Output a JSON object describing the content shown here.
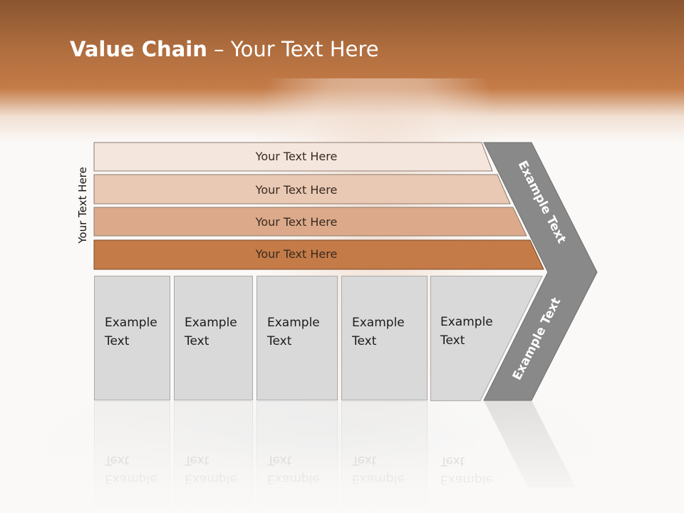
{
  "title": {
    "bold": "Value Chain",
    "rest": " – Your Text Here"
  },
  "side_label": "Your Text Here",
  "bars": [
    {
      "label": "Your Text Here",
      "color": "#f4e6dd"
    },
    {
      "label": "Your Text Here",
      "color": "#e9c9b4"
    },
    {
      "label": "Your Text Here",
      "color": "#dcaa8a"
    },
    {
      "label": "Your Text Here",
      "color": "#c47b47"
    }
  ],
  "boxes": [
    {
      "label": "Example Text"
    },
    {
      "label": "Example Text"
    },
    {
      "label": "Example Text"
    },
    {
      "label": "Example Text"
    },
    {
      "label": "Example Text"
    }
  ],
  "chevron": {
    "upper_label": "Example Text",
    "lower_label": "Example Text",
    "color": "#898989"
  },
  "colors": {
    "header": "#c47b47",
    "box": "#d9d9d9",
    "box_border": "#a9a9a9"
  }
}
